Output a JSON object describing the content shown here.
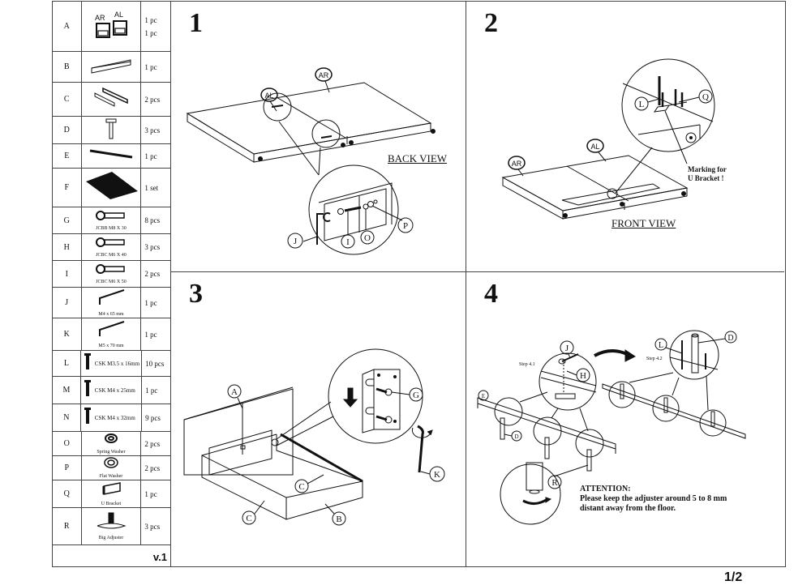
{
  "version": "v.1",
  "page_number": "1/2",
  "parts": [
    {
      "letter": "A",
      "image": "headboard-panels-icon",
      "labels": [
        "AR",
        "AL"
      ],
      "caption": "",
      "qty": [
        "1 pc",
        "1 pc"
      ]
    },
    {
      "letter": "B",
      "image": "footboard-icon",
      "caption": "",
      "qty": [
        "1 pc"
      ]
    },
    {
      "letter": "C",
      "image": "side-rails-icon",
      "caption": "",
      "qty": [
        "2 pcs"
      ]
    },
    {
      "letter": "D",
      "image": "leg-icon",
      "caption": "",
      "qty": [
        "3 pcs"
      ]
    },
    {
      "letter": "E",
      "image": "center-rail-icon",
      "caption": "",
      "qty": [
        "1 pc"
      ]
    },
    {
      "letter": "F",
      "image": "slat-set-icon",
      "caption": "",
      "qty": [
        "1 set"
      ]
    },
    {
      "letter": "G",
      "image": "bolt-icon",
      "caption": "JCBB M8 X 30",
      "qty": [
        "8 pcs"
      ]
    },
    {
      "letter": "H",
      "image": "bolt-icon",
      "caption": "JCBC M6 X 40",
      "qty": [
        "3 pcs"
      ]
    },
    {
      "letter": "I",
      "image": "bolt-icon",
      "caption": "JCBC M6 X 50",
      "qty": [
        "2 pcs"
      ]
    },
    {
      "letter": "J",
      "image": "allen-key-icon",
      "caption": "M4 x 65 mm",
      "qty": [
        "1 pc"
      ]
    },
    {
      "letter": "K",
      "image": "allen-key-icon",
      "caption": "M5 x 70 mm",
      "qty": [
        "1 pc"
      ]
    },
    {
      "letter": "L",
      "image": "screw-icon",
      "caption": "CSK M3.5 x 16mm",
      "qty": [
        "10 pcs"
      ]
    },
    {
      "letter": "M",
      "image": "screw-icon",
      "caption": "CSK M4 x 25mm",
      "qty": [
        "1 pc"
      ]
    },
    {
      "letter": "N",
      "image": "screw-icon",
      "caption": "CSK M4 x 32mm",
      "qty": [
        "9 pcs"
      ]
    },
    {
      "letter": "O",
      "image": "spring-washer-icon",
      "caption": "Spring Washer",
      "qty": [
        "2 pcs"
      ]
    },
    {
      "letter": "P",
      "image": "flat-washer-icon",
      "caption": "Flat Washer",
      "qty": [
        "2 pcs"
      ]
    },
    {
      "letter": "Q",
      "image": "u-bracket-icon",
      "caption": "U Bracket",
      "qty": [
        "1 pc"
      ]
    },
    {
      "letter": "R",
      "image": "adjuster-icon",
      "caption": "Big Adjuster",
      "qty": [
        "3 pcs"
      ]
    }
  ],
  "steps": [
    {
      "number": "1",
      "view_label": "BACK VIEW",
      "callouts": [
        "AL",
        "AR",
        "J",
        "I",
        "O",
        "P"
      ]
    },
    {
      "number": "2",
      "view_label": "FRONT VIEW",
      "callouts": [
        "AR",
        "AL",
        "L",
        "Q"
      ],
      "note": [
        "Marking for",
        "U Bracket !"
      ]
    },
    {
      "number": "3",
      "callouts": [
        "A",
        "C",
        "C",
        "B",
        "G",
        "K"
      ]
    },
    {
      "number": "4",
      "substeps": [
        "Step 4.1",
        "Step 4.2"
      ],
      "callouts": [
        "J",
        "H",
        "E",
        "D",
        "L",
        "D",
        "R"
      ],
      "attention_title": "ATTENTION",
      "attention_text": [
        "Please keep the adjuster around 5 to 8 mm",
        "distant away from the floor."
      ]
    }
  ]
}
